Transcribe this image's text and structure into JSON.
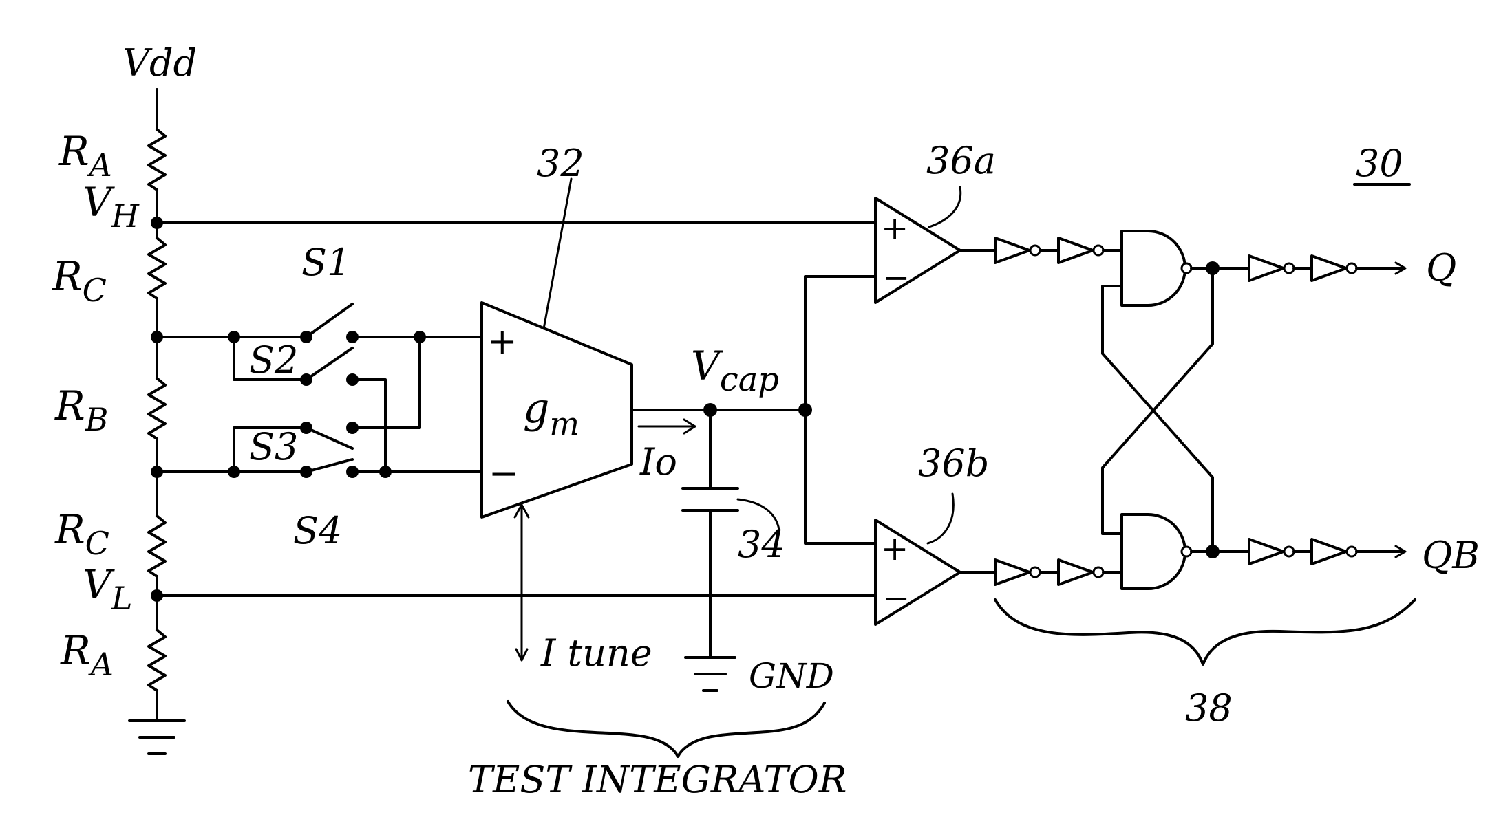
{
  "labels": {
    "vdd": "Vdd",
    "ra_top": "R",
    "ra_top_sub": "A",
    "vh": "V",
    "vh_sub": "H",
    "rc_top": "R",
    "rc_top_sub": "C",
    "rb": "R",
    "rb_sub": "B",
    "rc_bot": "R",
    "rc_bot_sub": "C",
    "vl": "V",
    "vl_sub": "L",
    "ra_bot": "R",
    "ra_bot_sub": "A",
    "s1": "S1",
    "s2": "S2",
    "s3": "S3",
    "s4": "S4",
    "ota_ref": "32",
    "plus": "+",
    "minus": "−",
    "gm": "g",
    "gm_sub": "m",
    "vcap": "V",
    "vcap_sub": "cap",
    "io": "Io",
    "cap_ref": "34",
    "itune": "I tune",
    "gnd": "GND",
    "test_integrator": "TEST INTEGRATOR",
    "comp_a_ref": "36a",
    "comp_b_ref": "36b",
    "latch_ref": "38",
    "figure_ref": "30",
    "q": "Q",
    "qb": "QB"
  }
}
